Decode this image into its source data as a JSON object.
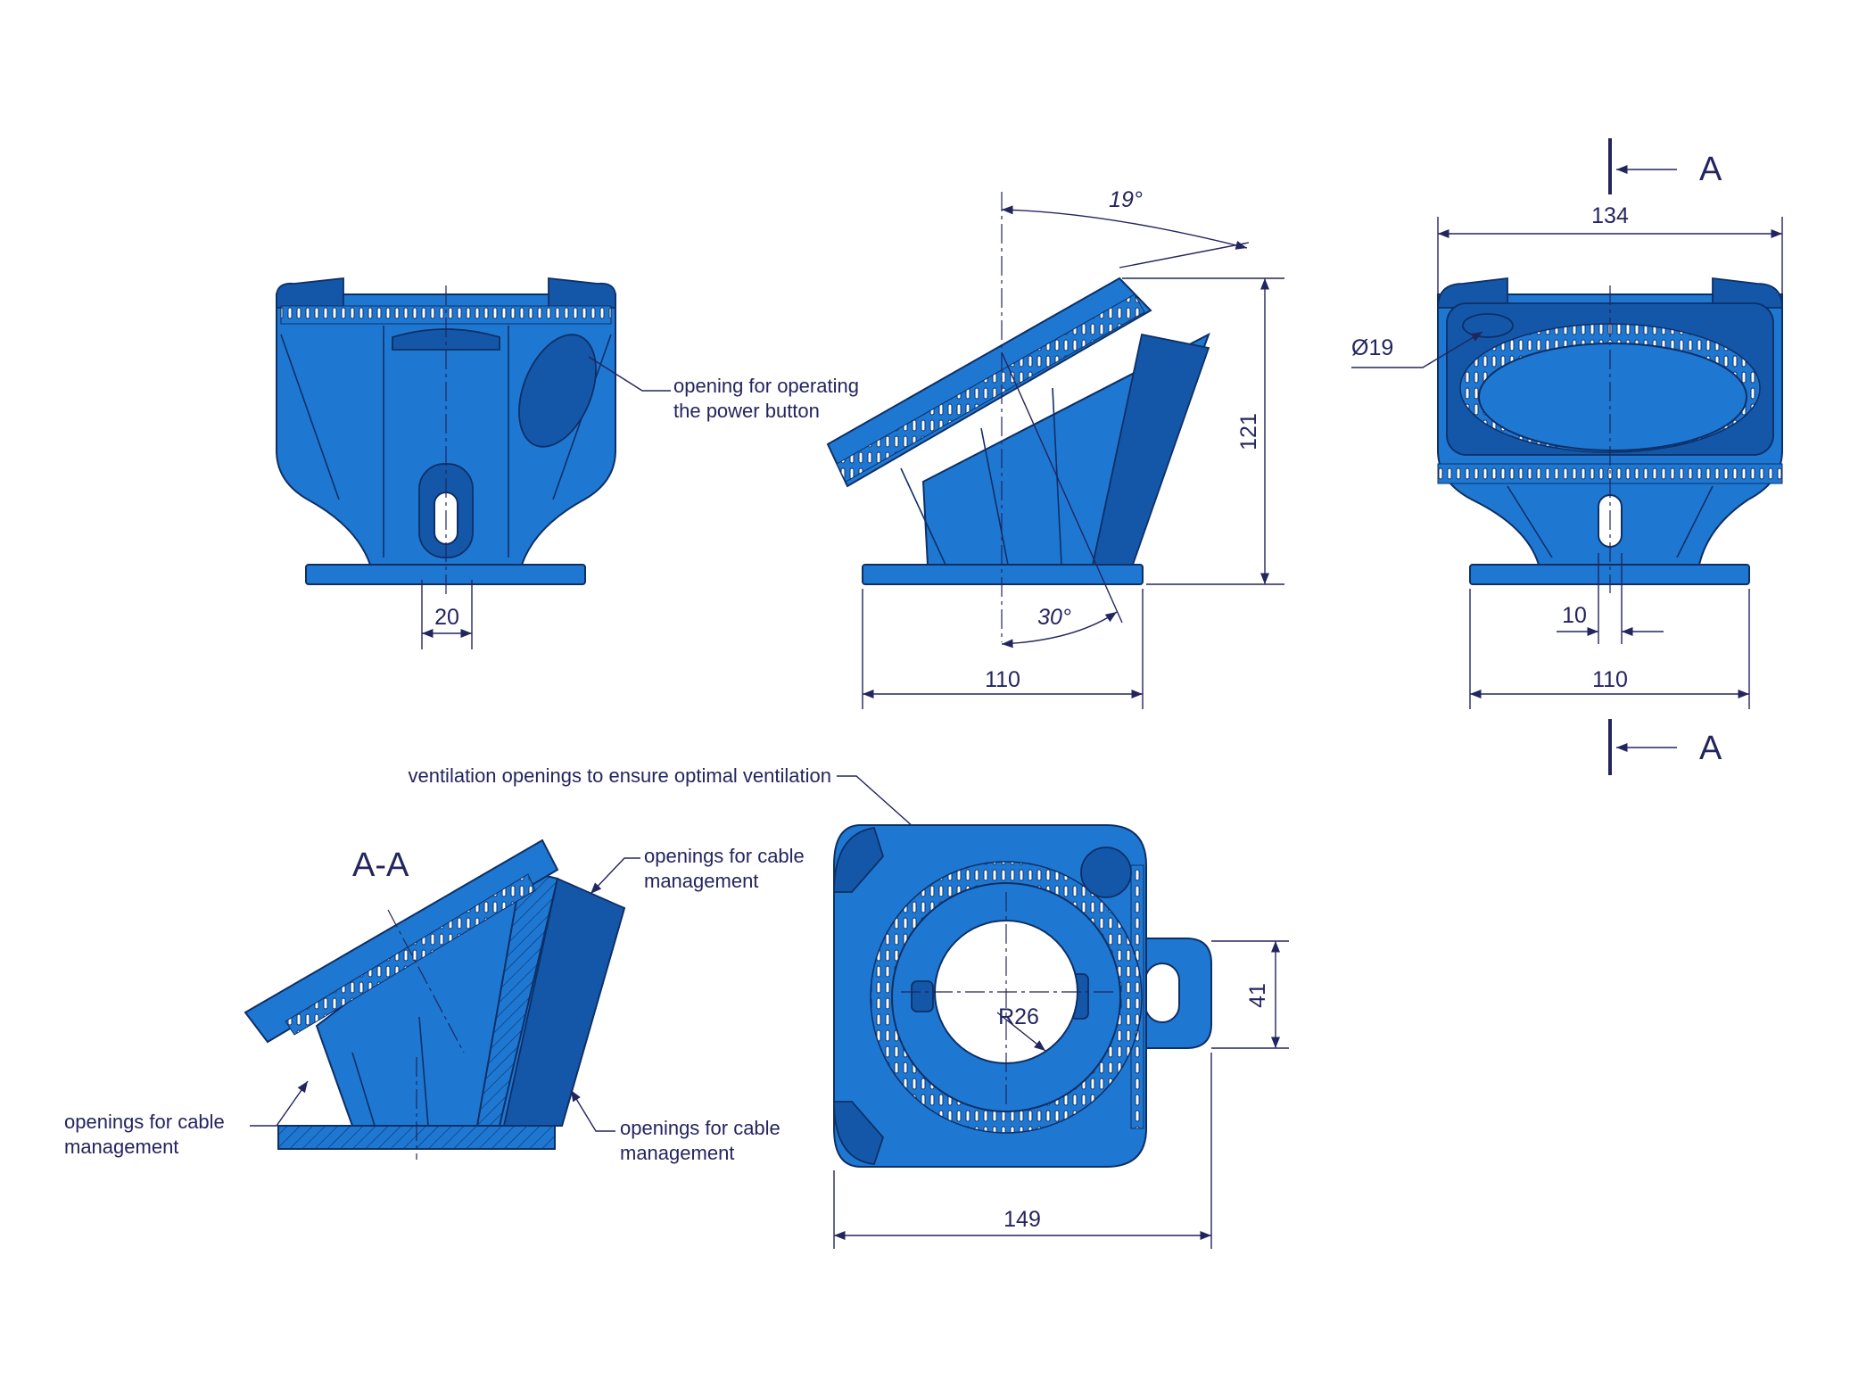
{
  "section": {
    "marker": "A",
    "title": "A-A"
  },
  "dimensions": {
    "front_slot_width": "20",
    "side_tilt_angle": "19°",
    "side_height": "121",
    "side_base_angle": "30°",
    "side_base_width": "110",
    "rear_width": "134",
    "rear_hole_diameter": "Ø19",
    "rear_slot_width": "10",
    "rear_base_width": "110",
    "top_radius": "R26",
    "top_tab_width": "41",
    "top_width": "149"
  },
  "notes": {
    "power_button_line1": "opening for operating",
    "power_button_line2": "the power button",
    "ventilation": "ventilation openings to ensure optimal ventilation",
    "cable_top_line1": "openings for cable",
    "cable_top_line2": "management",
    "cable_left_line1": "openings for cable",
    "cable_left_line2": "management",
    "cable_right_line1": "openings for cable",
    "cable_right_line2": "management"
  },
  "colors": {
    "part": "#1e78d2",
    "part_dark": "#1457a8",
    "ink": "#23255e"
  }
}
